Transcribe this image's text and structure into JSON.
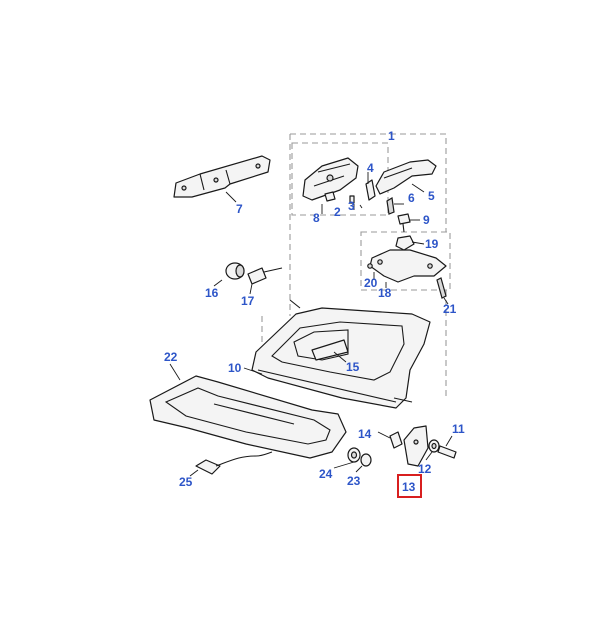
{
  "diagram": {
    "labels": {
      "p1": "1",
      "p2": "2",
      "p3": "3",
      "p4": "4",
      "p5": "5",
      "p6": "6",
      "p7": "7",
      "p8": "8",
      "p9": "9",
      "p10": "10",
      "p11": "11",
      "p12": "12",
      "p13": "13",
      "p14": "14",
      "p15": "15",
      "p16": "16",
      "p17": "17",
      "p18": "18",
      "p19": "19",
      "p20": "20",
      "p21": "21",
      "p22": "22",
      "p23": "23",
      "p24": "24",
      "p25": "25"
    },
    "highlighted_label": "13",
    "label_color": "#2d55c8",
    "highlight_color": "#d81f1f"
  }
}
